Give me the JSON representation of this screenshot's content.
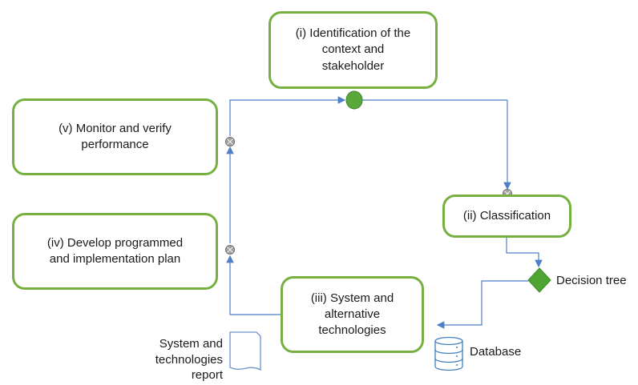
{
  "colors": {
    "box_border": "#76b041",
    "connector": "#4f7fc8",
    "start_node": "#5aa83b",
    "decision_node": "#4fa532",
    "junction": "#9a9a9a",
    "database_icon": "#3f7fbf"
  },
  "steps": [
    {
      "id": "i",
      "label": "(i) Identification of the\ncontext and\nstakeholder"
    },
    {
      "id": "ii",
      "label": "(ii) Classification"
    },
    {
      "id": "iii",
      "label": "(iii) System and\nalternative\ntechnologies"
    },
    {
      "id": "iv",
      "label": "(iv) Develop programmed\nand implementation plan"
    },
    {
      "id": "v",
      "label": "(v) Monitor and verify\nperformance"
    }
  ],
  "decision_tree": {
    "label": "Decision tree",
    "icon": "diamond-icon"
  },
  "database": {
    "label": "Database",
    "icon": "database-icon"
  },
  "report": {
    "label": "System and\ntechnologies\nreport",
    "icon": "document-icon"
  }
}
